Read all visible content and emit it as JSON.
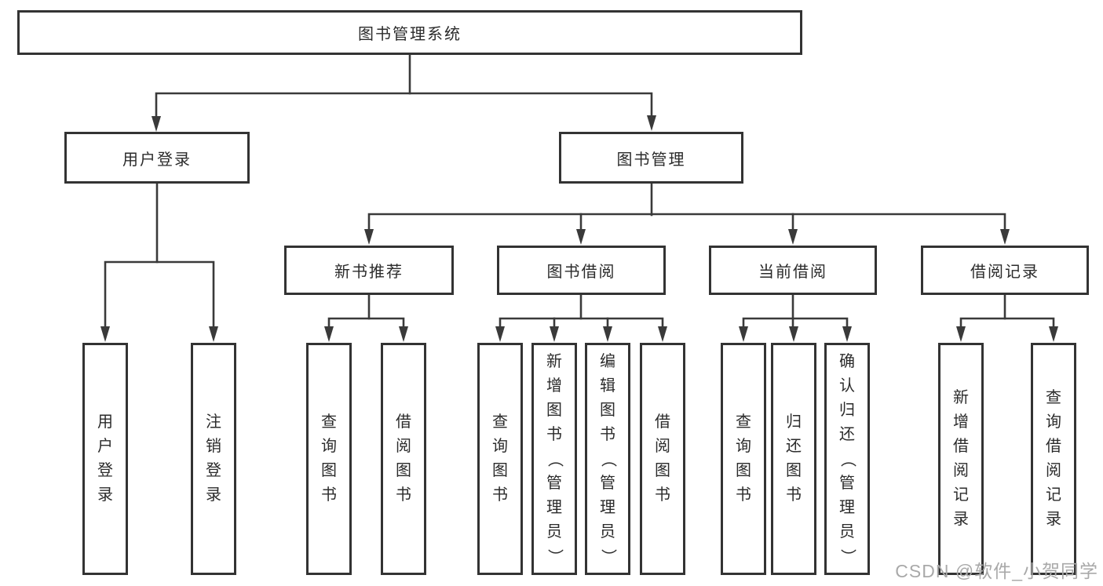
{
  "tree": {
    "label": "图书管理系统",
    "children": [
      {
        "label": "用户登录",
        "children": [
          {
            "label": "用户登录"
          },
          {
            "label": "注销登录"
          }
        ]
      },
      {
        "label": "图书管理",
        "children": [
          {
            "label": "新书推荐",
            "children": [
              {
                "label": "查询图书"
              },
              {
                "label": "借阅图书"
              }
            ]
          },
          {
            "label": "图书借阅",
            "children": [
              {
                "label": "查询图书"
              },
              {
                "label": "新增图书（管理员）"
              },
              {
                "label": "编辑图书（管理员）"
              },
              {
                "label": "借阅图书"
              }
            ]
          },
          {
            "label": "当前借阅",
            "children": [
              {
                "label": "查询图书"
              },
              {
                "label": "归还图书"
              },
              {
                "label": "确认归还（管理员）"
              }
            ]
          },
          {
            "label": "借阅记录",
            "children": [
              {
                "label": "新增借阅记录"
              },
              {
                "label": "查询借阅记录"
              }
            ]
          }
        ]
      }
    ]
  },
  "watermark": {
    "text": "CSDN @软件_小贺同学"
  },
  "colors": {
    "line": "#3a3a3a",
    "box_border": "#333333",
    "text": "#2b2b2b",
    "watermark": "#a9a9a9",
    "background": "#ffffff"
  }
}
